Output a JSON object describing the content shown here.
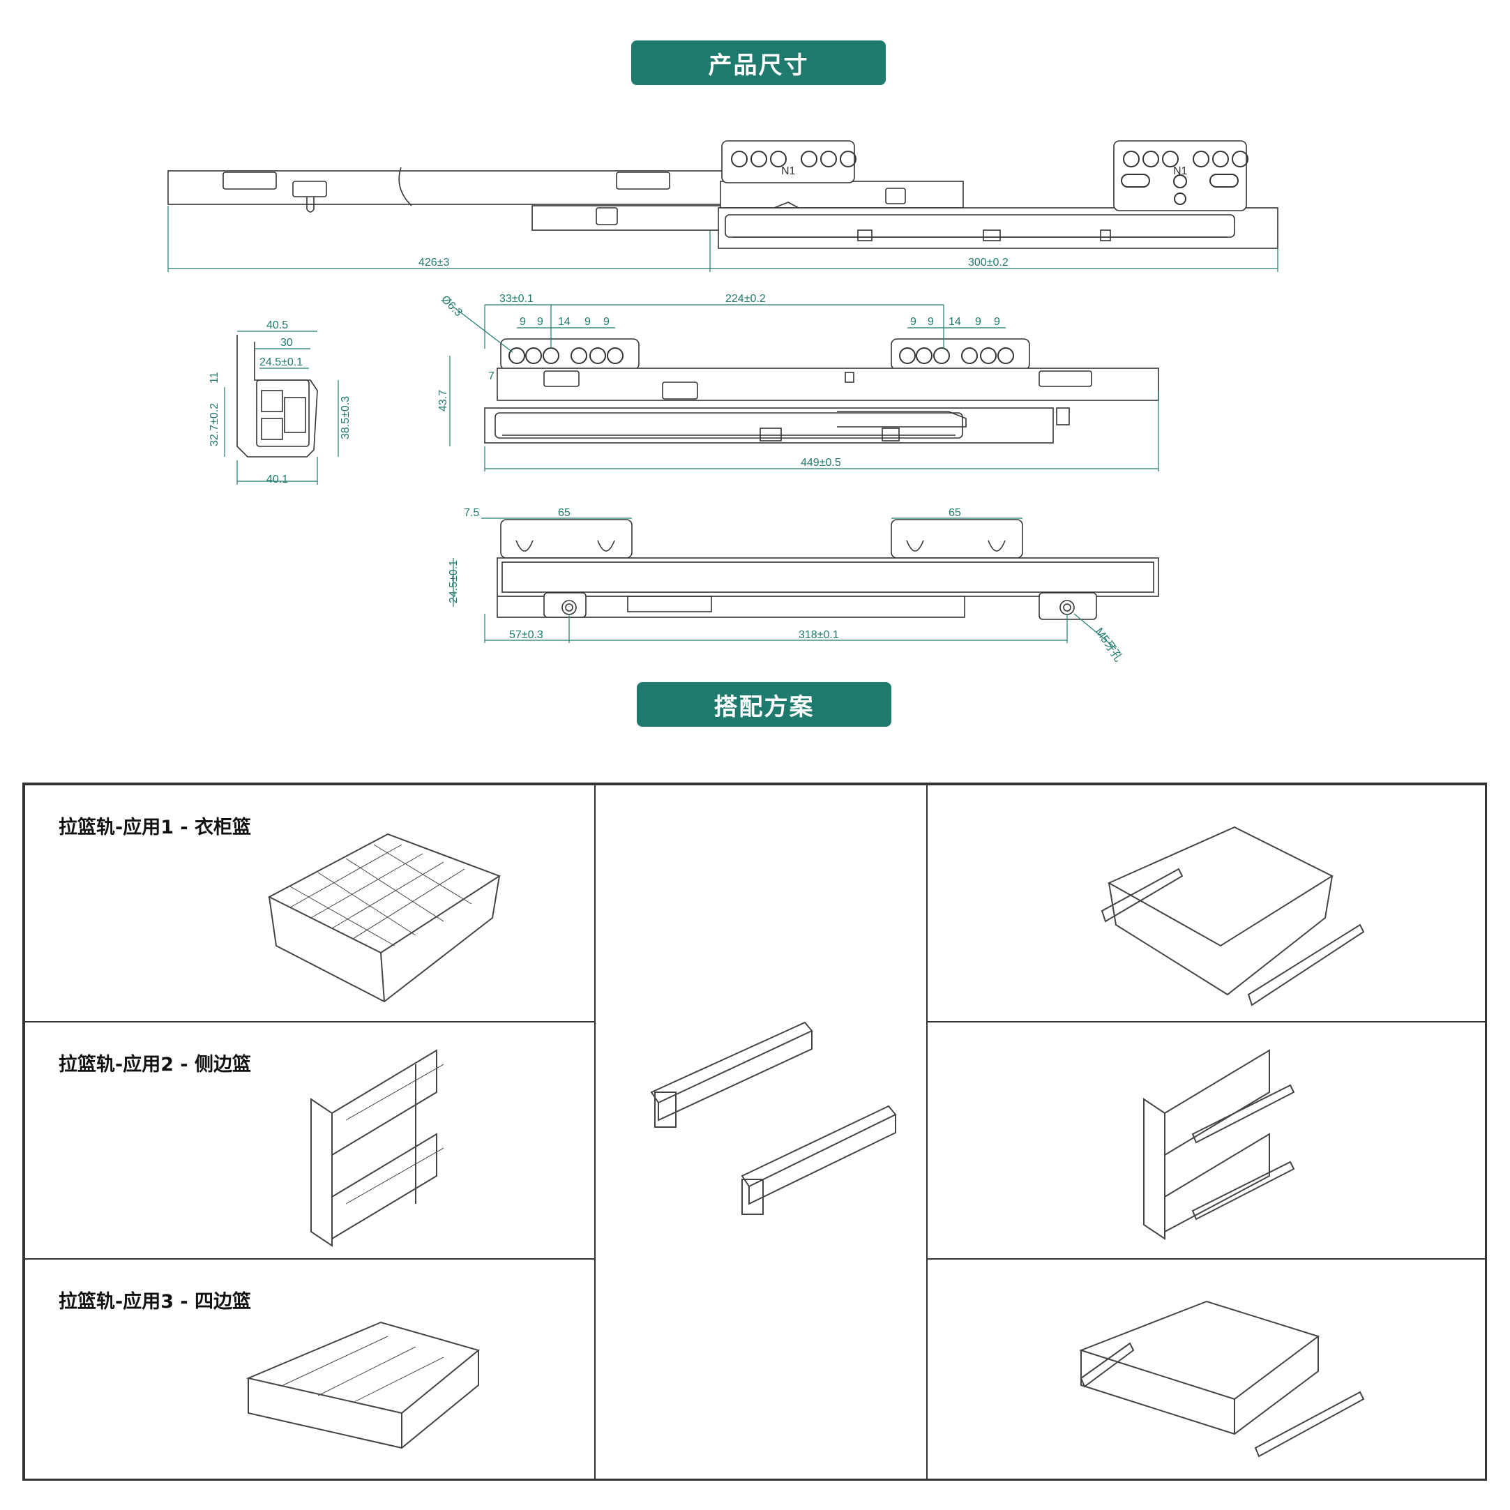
{
  "sections": {
    "dimensions_title": "产品尺寸",
    "combination_title": "搭配方案"
  },
  "dimensions": {
    "top_view": {
      "total_left": "426±3",
      "total_right": "300±0.2",
      "bracket_label": "N1"
    },
    "cross_section": {
      "width_top": "40.5",
      "inner_width": "30",
      "inner_offset": "24.5±0.1",
      "top_small": "11",
      "left_height": "32.7±0.2",
      "right_height": "38.5±0.3",
      "width_bottom": "40.1"
    },
    "side_view": {
      "hole_dia": "Ø6.3",
      "first_hole": "33±0.1",
      "hole_spacing": "224±0.2",
      "pitch_a": "9",
      "pitch_b": "9",
      "pitch_c": "14",
      "pitch_d": "9",
      "pitch_e": "9",
      "offset_small": "7",
      "height": "43.7",
      "length": "449±0.5"
    },
    "bottom_view": {
      "edge": "7.5",
      "pad_left": "65",
      "pad_right": "65",
      "height": "24.5±0.1",
      "front_hole": "57±0.3",
      "hole_span": "318±0.1",
      "thread_note": "M5牙孔"
    }
  },
  "applications": [
    {
      "title": "拉篮轨-应用1 - 衣柜篮"
    },
    {
      "title": "拉篮轨-应用2 - 侧边篮"
    },
    {
      "title": "拉篮轨-应用3 - 四边篮"
    }
  ],
  "colors": {
    "accent": "#1f7a6e",
    "line": "#333333",
    "dim": "#1f7a6e"
  }
}
